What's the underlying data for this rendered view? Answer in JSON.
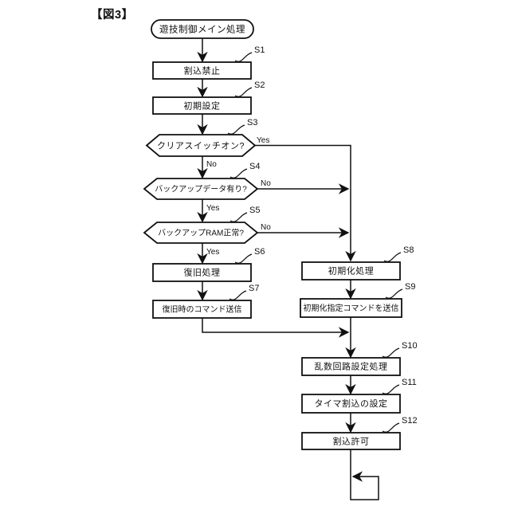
{
  "figure": {
    "title": "【図3】"
  },
  "flowchart": {
    "start_label": "遊技制御メイン処理",
    "steps": {
      "s1": {
        "id": "S1",
        "label": "割込禁止"
      },
      "s2": {
        "id": "S2",
        "label": "初期設定"
      },
      "s3": {
        "id": "S3",
        "label": "クリアスイッチオン?",
        "yes": "Yes",
        "no": "No"
      },
      "s4": {
        "id": "S4",
        "label": "バックアップデータ有り?",
        "yes": "Yes",
        "no": "No"
      },
      "s5": {
        "id": "S5",
        "label": "バックアップRAM正常?",
        "yes": "Yes",
        "no": "No"
      },
      "s6": {
        "id": "S6",
        "label": "復旧処理"
      },
      "s7": {
        "id": "S7",
        "label": "復旧時のコマンド送信"
      },
      "s8": {
        "id": "S8",
        "label": "初期化処理"
      },
      "s9": {
        "id": "S9",
        "label": "初期化指定コマンドを送信"
      },
      "s10": {
        "id": "S10",
        "label": "乱数回路設定処理"
      },
      "s11": {
        "id": "S11",
        "label": "タイマ割込の設定"
      },
      "s12": {
        "id": "S12",
        "label": "割込許可"
      }
    }
  },
  "colors": {
    "stroke": "#111111",
    "background": "#ffffff"
  }
}
